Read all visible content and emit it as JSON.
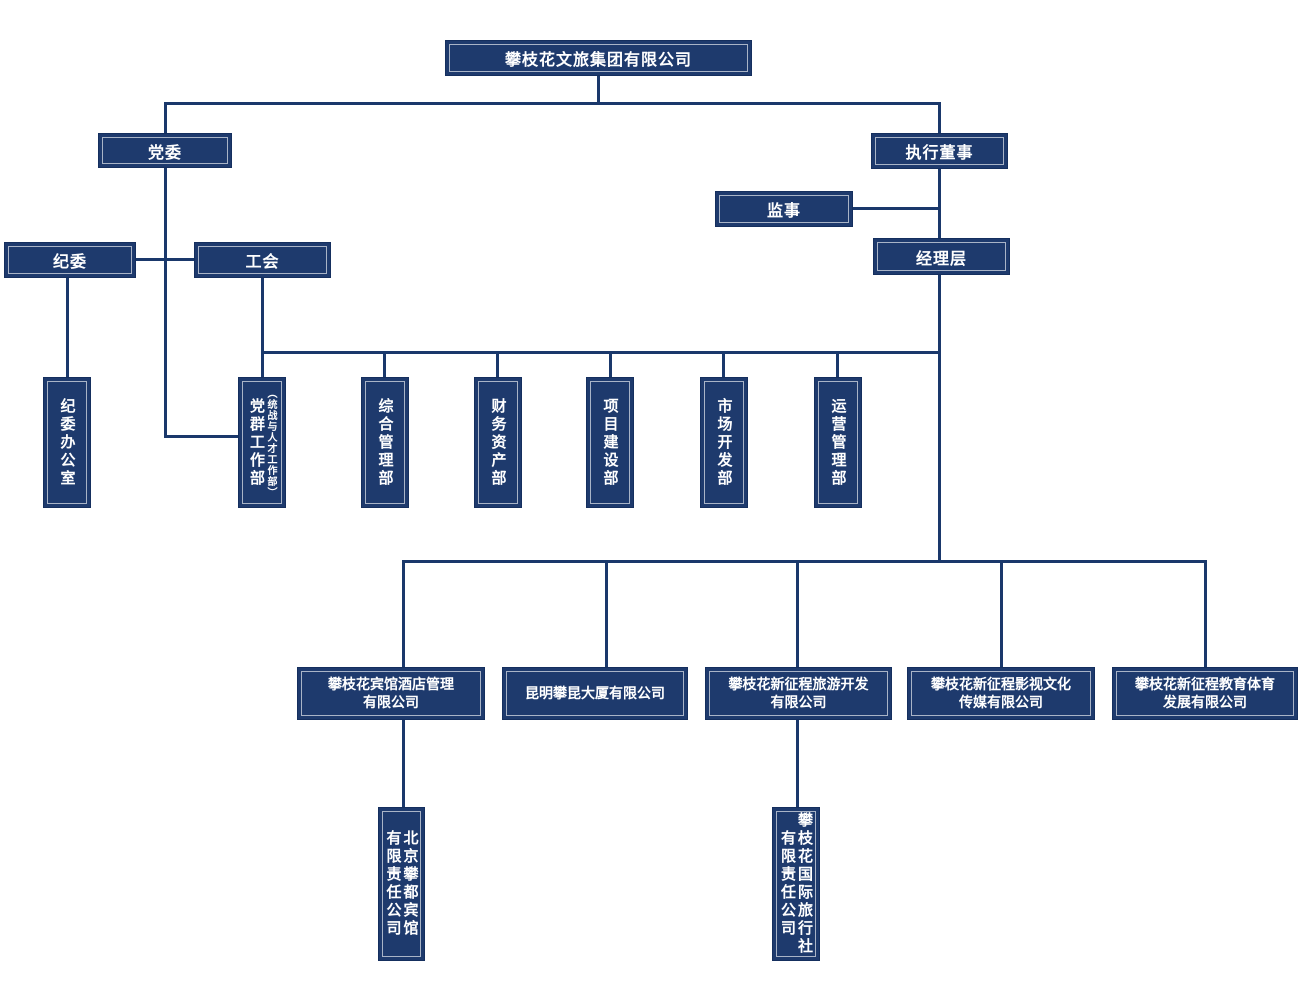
{
  "chart": {
    "root": {
      "label": "攀枝花文旅集团有限公司"
    },
    "governance": {
      "party_committee": "党委",
      "executive_director": "执行董事",
      "supervisor": "监事",
      "discipline_committee": "纪委",
      "labor_union": "工会",
      "management_team": "经理层"
    },
    "departments": [
      {
        "label": "纪委办公室"
      },
      {
        "label": "党群工作部",
        "note": "（统战与人才工作部）"
      },
      {
        "label": "综合管理部"
      },
      {
        "label": "财务资产部"
      },
      {
        "label": "项目建设部"
      },
      {
        "label": "市场开发部"
      },
      {
        "label": "运营管理部"
      }
    ],
    "subsidiaries": [
      {
        "name": "攀枝花宾馆酒店管理有限公司",
        "lines": [
          "攀枝花宾馆酒店管理",
          "有限公司"
        ]
      },
      {
        "name": "昆明攀昆大厦有限公司",
        "lines": [
          "昆明攀昆大厦有限公司"
        ]
      },
      {
        "name": "攀枝花新征程旅游开发有限公司",
        "lines": [
          "攀枝花新征程旅游开发",
          "有限公司"
        ]
      },
      {
        "name": "攀枝花新征程影视文化传媒有限公司",
        "lines": [
          "攀枝花新征程影视文化",
          "传媒有限公司"
        ]
      },
      {
        "name": "攀枝花新征程教育体育发展有限公司",
        "lines": [
          "攀枝花新征程教育体育",
          "发展有限公司"
        ]
      }
    ],
    "sub_subsidiaries": [
      {
        "name": "北京攀都宾馆有限责任公司",
        "columns": [
          "北京攀都宾馆",
          "有限责任公司"
        ]
      },
      {
        "name": "攀枝花国际旅行社有限责任公司",
        "columns": [
          "攀枝花国际旅行社",
          "有限责任公司"
        ]
      }
    ],
    "colors": {
      "node_fill": "#1e3a6d",
      "node_border": "#152f5e",
      "inner_border": "#ccd4e2",
      "connector": "#1a386b",
      "text": "#ffffff",
      "background": "#ffffff"
    }
  }
}
